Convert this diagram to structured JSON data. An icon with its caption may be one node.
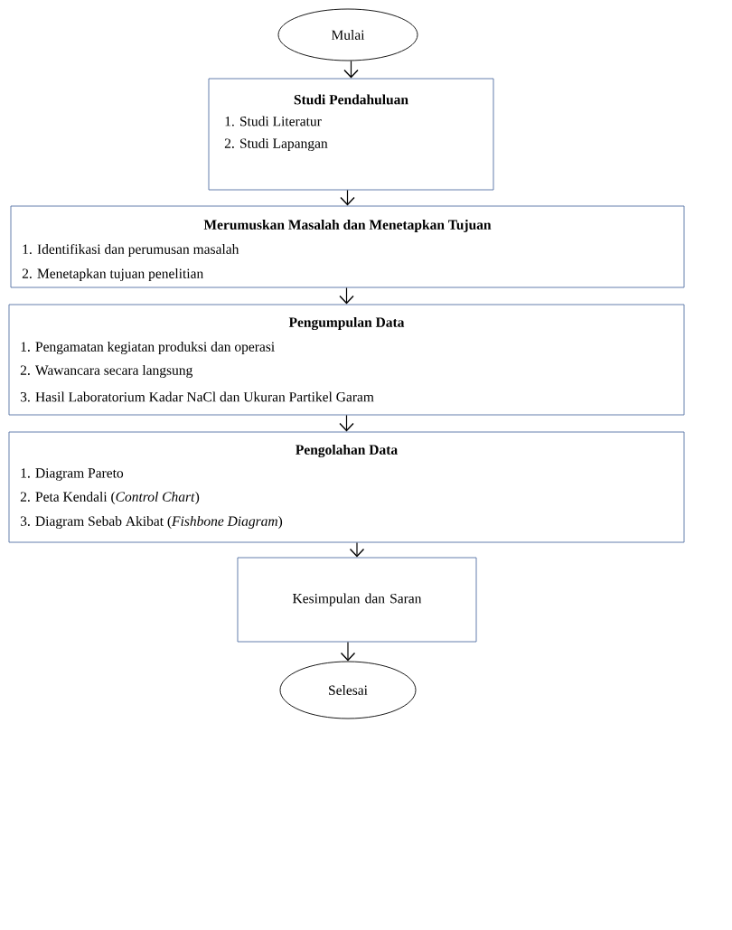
{
  "diagram": {
    "nodes": [
      {
        "text": [
          "Mulai"
        ]
      },
      {
        "text": [
          "Studi Pendahuluan",
          "1. Studi Literatur",
          "2. Studi Lapangan"
        ]
      },
      {
        "text": [
          "Merumuskan Masalah dan Menetapkan Tujuan",
          "1. Identifikasi dan perumusan masalah",
          "2. Menetapkan tujuan penelitian"
        ]
      },
      {
        "text": [
          "Pengumpulan Data",
          "1. Pengamatan kegiatan produksi dan operasi",
          "2. Wawancara secara langsung",
          "3. Hasil Laboratorium Kadar NaCl dan Ukuran Partikel Garam"
        ]
      },
      {
        "text": [
          "Pengolahan Data",
          "1. Diagram Pareto",
          "2. Peta Kendali (*Control Chart*)",
          "3. Diagram Sebab Akibat (*Fishbone Diagram*)"
        ]
      },
      {
        "text": [
          "Kesimpulan dan Saran"
        ]
      },
      {
        "text": [
          "Selesai"
        ]
      }
    ],
    "edges": [
      {
        "from": 0,
        "to": 1,
        "arrow": "to"
      },
      {
        "from": 1,
        "to": 2,
        "arrow": "to"
      },
      {
        "from": 2,
        "to": 3,
        "arrow": "to"
      },
      {
        "from": 3,
        "to": 4,
        "arrow": "to"
      },
      {
        "from": 4,
        "to": 5,
        "arrow": "to"
      },
      {
        "from": 5,
        "to": 6,
        "arrow": "to"
      }
    ]
  }
}
